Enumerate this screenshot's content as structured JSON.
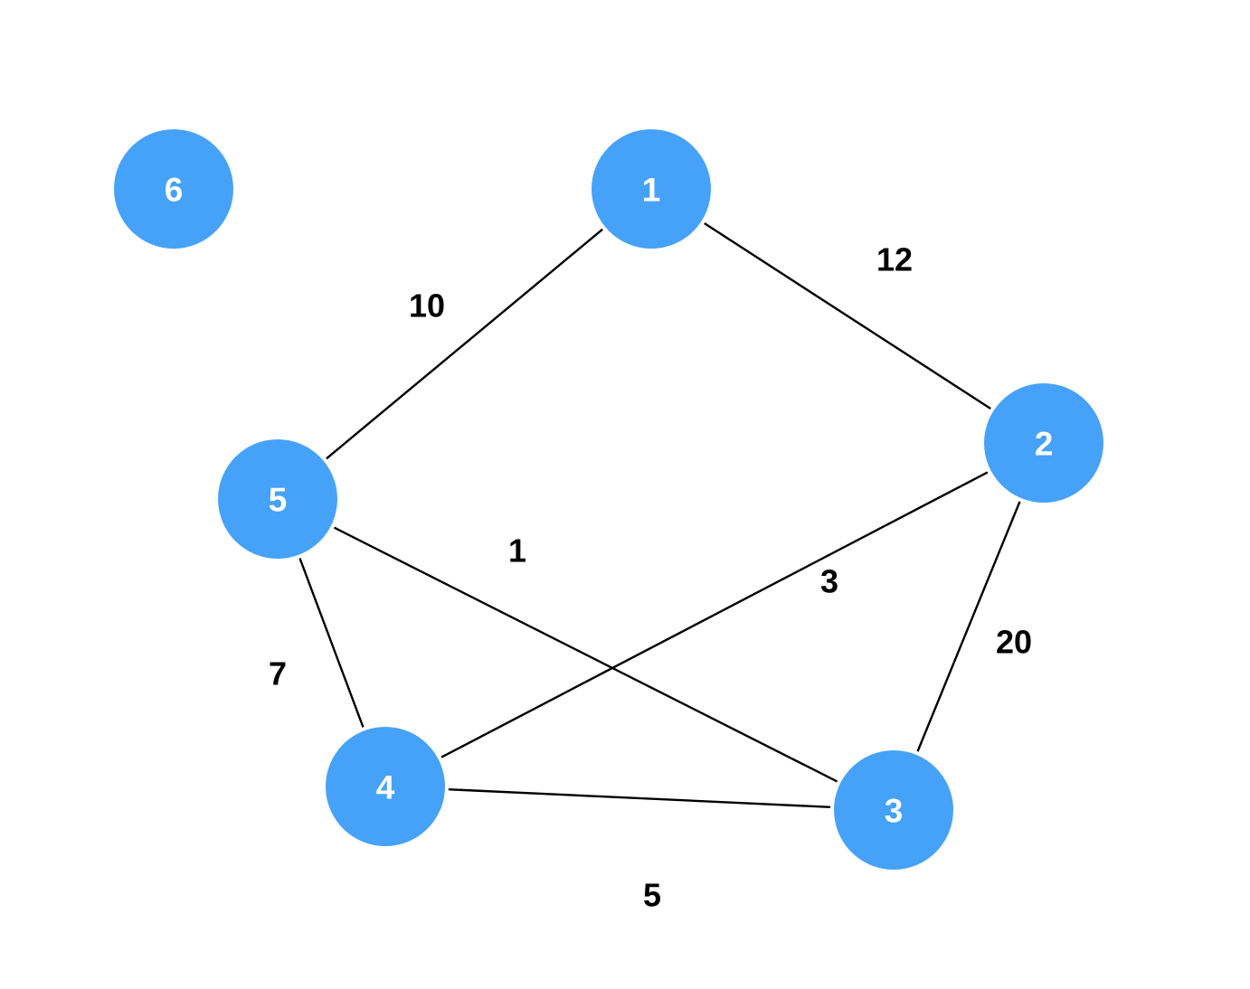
{
  "graph": {
    "colors": {
      "node_fill": "#45a2f8",
      "node_text": "#ffffff",
      "edge": "#000000",
      "weight_text": "#000000"
    },
    "nodes": [
      {
        "id": "1",
        "label": "1"
      },
      {
        "id": "2",
        "label": "2"
      },
      {
        "id": "3",
        "label": "3"
      },
      {
        "id": "4",
        "label": "4"
      },
      {
        "id": "5",
        "label": "5"
      },
      {
        "id": "6",
        "label": "6"
      }
    ],
    "edges": [
      {
        "from": "1",
        "to": "2",
        "weight": "12"
      },
      {
        "from": "1",
        "to": "5",
        "weight": "10"
      },
      {
        "from": "2",
        "to": "4",
        "weight": "3"
      },
      {
        "from": "2",
        "to": "3",
        "weight": "20"
      },
      {
        "from": "5",
        "to": "3",
        "weight": "1"
      },
      {
        "from": "5",
        "to": "4",
        "weight": "7"
      },
      {
        "from": "4",
        "to": "3",
        "weight": "5"
      }
    ]
  }
}
